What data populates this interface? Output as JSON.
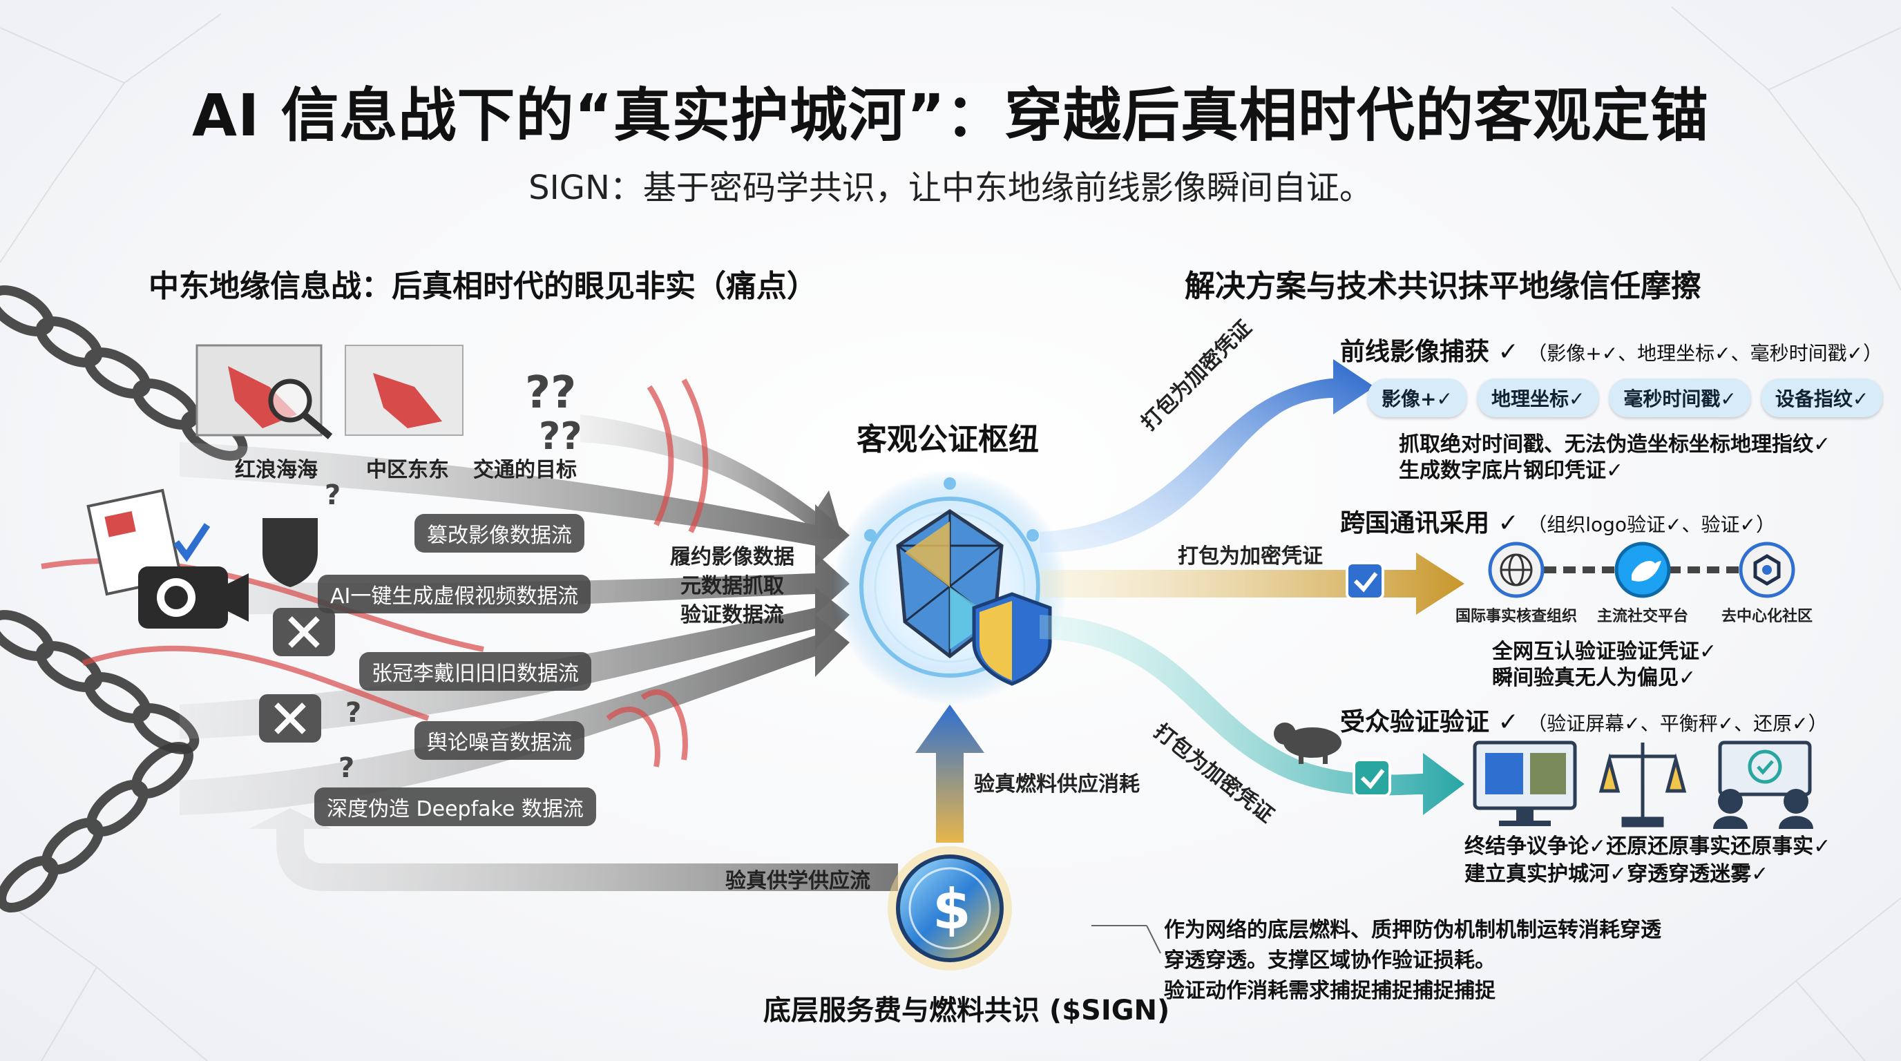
{
  "header": {
    "title": "AI 信息战下的“真实护城河”：穿越后真相时代的客观定锚",
    "subtitle": "SIGN：基于密码学共识，让中东地缘前线影像瞬间自证。"
  },
  "left_section": {
    "heading": "中东地缘信息战：后真相时代的眼见非实（痛点）",
    "map_labels": [
      "红浪海海",
      "中区东东",
      "交通的目标"
    ],
    "streams": [
      "篡改影像数据流",
      "AI一键生成虚假视频数据流",
      "张冠李戴旧旧旧数据流",
      "舆论噪音数据流",
      "深度伪造 Deepfake 数据流"
    ],
    "process_text": [
      "履约影像数据",
      "元数据抓取",
      "验证数据流"
    ]
  },
  "hub": {
    "title": "客观公证枢纽",
    "up_label": "验真燃料供应消耗",
    "back_label": "验真供学供应流"
  },
  "right_section": {
    "heading": "解决方案与技术共识抹平地缘信任摩擦",
    "route_label": "打包为加密凭证",
    "solutions": [
      {
        "title": "前线影像捕获 ✓",
        "detail": "（影像+✓、地理坐标✓、毫秒时间戳✓）",
        "pills": [
          "影像+✓",
          "地理坐标✓",
          "毫秒时间戳✓",
          "设备指纹✓"
        ],
        "bullets": [
          "抓取绝对时间戳、无法伪造坐标坐标地理指纹✓",
          "生成数字底片钢印凭证✓"
        ]
      },
      {
        "title": "跨国通讯采用 ✓",
        "detail": "（组织logo验证✓、验证✓）",
        "nodes": [
          "国际事实核查组织",
          "主流社交平台",
          "去中心化社区"
        ],
        "bullets": [
          "全网互认验证验证凭证✓",
          "瞬间验真无人为偏见✓"
        ]
      },
      {
        "title": "受众验证验证 ✓",
        "detail": "（验证屏幕✓、平衡秤✓、还原✓）",
        "bullets": [
          "终结争议争论✓还原还原事实还原事实✓",
          "建立真实护城河✓穿透穿透迷雾✓"
        ]
      }
    ]
  },
  "token": {
    "label": "底层服务费与燃料共识 ($SIGN)",
    "symbol": "$",
    "description": [
      "作为网络的底层燃料、质押防伪机制机制运转消耗穿透",
      "穿透穿透。支撑区域协作验证损耗。",
      "验证动作消耗需求捕捉捕捉捕捉捕捉"
    ]
  },
  "icons": [
    "chain-icon",
    "map-icon",
    "magnifier-icon",
    "question-icon",
    "mask-icon",
    "camera-icon",
    "x-icon",
    "crystal-icon",
    "shield-icon",
    "globe-icon",
    "bird-icon",
    "hex-icon",
    "checkbox-icon",
    "scale-icon",
    "monitor-icon",
    "capybara-icon",
    "dollar-coin-icon"
  ],
  "colors": {
    "blue": "#2f7fd8",
    "gold": "#d8a93a",
    "teal": "#3cb6b6",
    "red": "#d94a4a",
    "gray": "#6a6a6a"
  }
}
